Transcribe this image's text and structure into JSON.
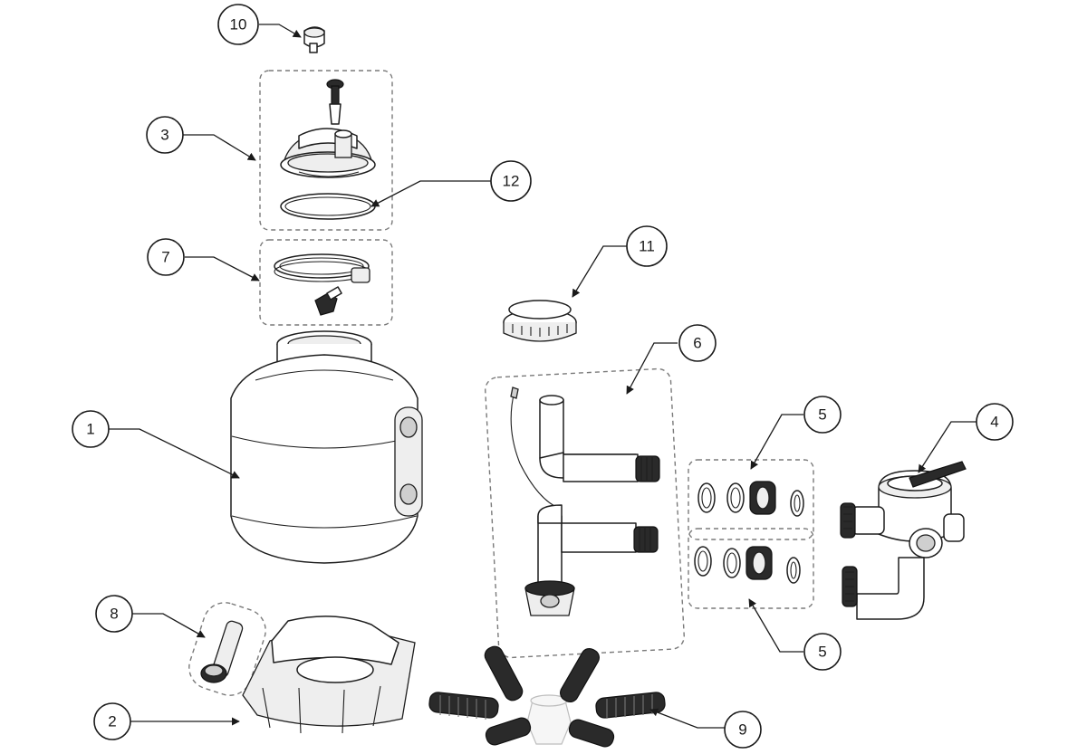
{
  "callouts": {
    "c1": "1",
    "c2": "2",
    "c3": "3",
    "c4": "4",
    "c5a": "5",
    "c5b": "5",
    "c6": "6",
    "c7": "7",
    "c8": "8",
    "c9": "9",
    "c10": "10",
    "c11": "11",
    "c12": "12"
  },
  "style": {
    "line_color": "#1a1a1a",
    "box_dash_color": "#7a7a7a",
    "background": "#ffffff"
  }
}
